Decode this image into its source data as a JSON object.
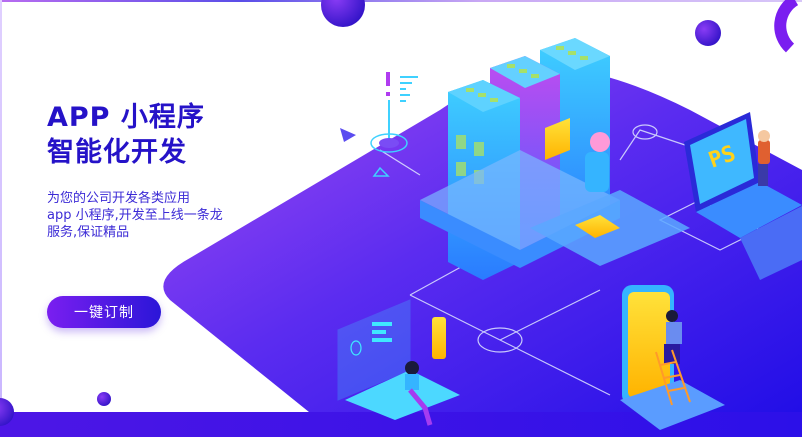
{
  "hero": {
    "headline_line1": "APP 小程序",
    "headline_line2": "智能化开发",
    "description_line1": "为您的公司开发各类应用",
    "description_line2": "app 小程序,开发至上线一条龙",
    "description_line3": "服务,保证精品",
    "cta_label": "一键订制"
  },
  "illustration": {
    "laptop_screen_text": "PS",
    "scene": "isometric servers, developers, smartphone, laptop network"
  },
  "colors": {
    "headline": "#2512c8",
    "accent_purple": "#7a1ef0",
    "accent_blue": "#2b16d8",
    "background": "#ffffff"
  }
}
